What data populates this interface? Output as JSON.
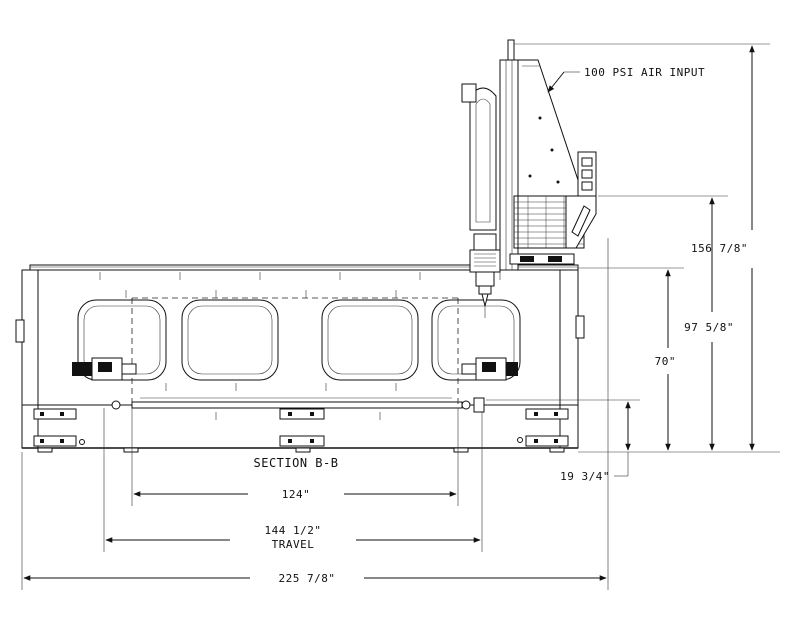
{
  "labels": {
    "air_input": "100 PSI AIR INPUT",
    "section": "SECTION B-B",
    "travel": "TRAVEL"
  },
  "dimensions": {
    "overall_length": "225 7/8\"",
    "travel_length": "144 1/2\"",
    "inner_length": "124\"",
    "overall_height": "156 7/8\"",
    "gantry_height": "97 5/8\"",
    "bed_height": "70\"",
    "table_height": "19 3/4\""
  }
}
